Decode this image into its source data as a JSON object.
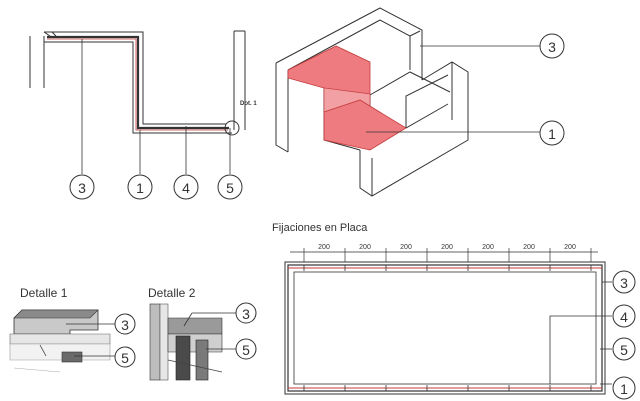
{
  "top_left_section": {
    "dot_label": "Dot. 1",
    "callouts": [
      "3",
      "1",
      "4",
      "5"
    ]
  },
  "isometric_view": {
    "callouts": [
      "3",
      "1"
    ],
    "highlight_color": "#ee7b80"
  },
  "fixings_plan": {
    "title": "Fijaciones en Placa",
    "dimensions": [
      "200",
      "200",
      "200",
      "200",
      "200",
      "200",
      "200"
    ],
    "callouts": [
      "3",
      "4",
      "5",
      "1"
    ]
  },
  "detail_1": {
    "title": "Detalle 1",
    "callouts": [
      "3",
      "5"
    ]
  },
  "detail_2": {
    "title": "Detalle 2",
    "callouts": [
      "3",
      "5"
    ]
  },
  "colors": {
    "line": "#333333",
    "membrane": "#c33a3a"
  }
}
